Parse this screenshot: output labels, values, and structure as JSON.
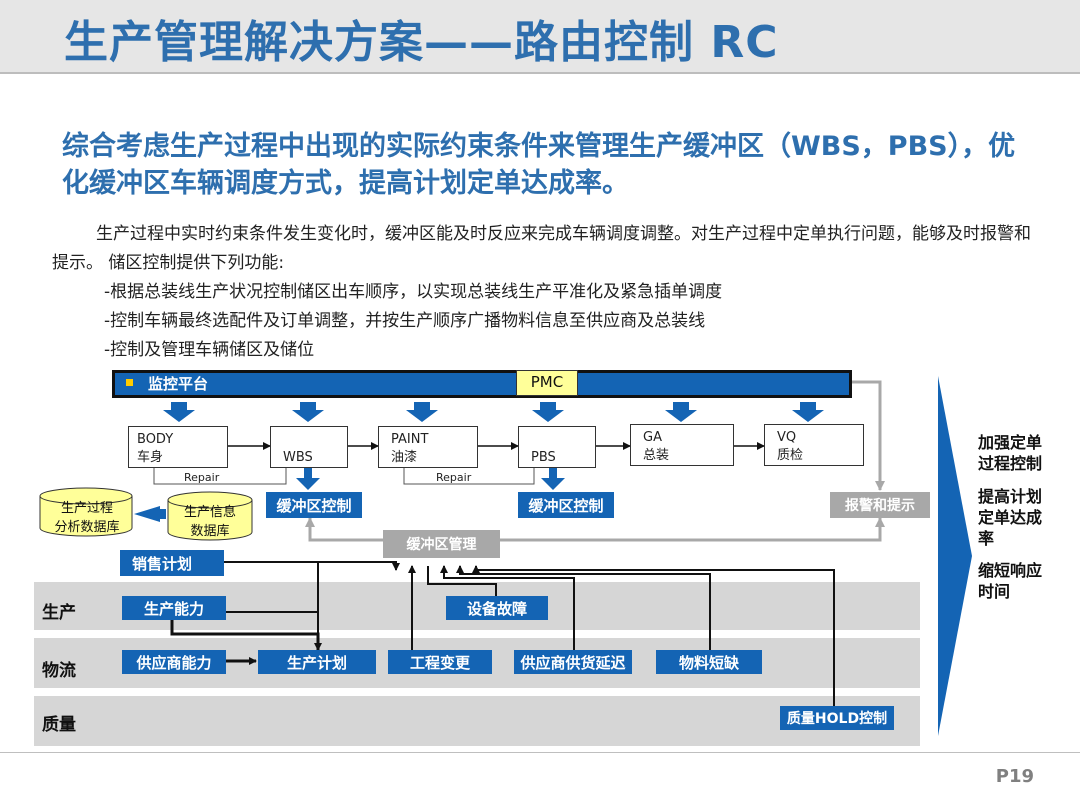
{
  "title": "生产管理解决方案——路由控制 RC",
  "subtitle": "综合考虑生产过程中出现的实际约束条件来管理生产缓冲区（WBS，PBS），优化缓冲区车辆调度方式，提高计划定单达成率。",
  "paragraph": "生产过程中实时约束条件发生变化时，缓冲区能及时反应来完成车辆调度调整。对生产过程中定单执行问题，能够及时报警和提示。 储区控制提供下列功能:",
  "bullets": [
    "-根据总装线生产状况控制储区出车顺序，以实现总装线生产平准化及紧急插单调度",
    "-控制车辆最终选配件及订单调整，并按生产顺序广播物料信息至供应商及总装线",
    "-控制及管理车辆储区及储位"
  ],
  "diagram": {
    "monitor_platform": "监控平台",
    "pmc": "PMC",
    "stages": {
      "body": {
        "en": "BODY",
        "cn": "车身"
      },
      "wbs": "WBS",
      "paint": {
        "en": "PAINT",
        "cn": "油漆"
      },
      "pbs": "PBS",
      "ga": {
        "en": "GA",
        "cn": "总装"
      },
      "vq": {
        "en": "VQ",
        "cn": "质检"
      }
    },
    "repair": "Repair",
    "buffer_control": "缓冲区控制",
    "alarm": "报警和提示",
    "buffer_mgmt": "缓冲区管理",
    "db_production": [
      "生产过程",
      "分析数据库"
    ],
    "db_info": [
      "生产信息",
      "数据库"
    ],
    "sales_plan": "销售计划",
    "bands": {
      "production": "生产",
      "logistics": "物流",
      "quality": "质量"
    },
    "capacity": "生产能力",
    "equipment_fault": "设备故障",
    "supplier_capacity": "供应商能力",
    "production_plan": "生产计划",
    "eng_change": "工程变更",
    "supplier_delay": "供应商供货延迟",
    "material_short": "物料短缺",
    "quality_hold": "质量HOLD控制",
    "benefits": [
      [
        "加强定单",
        "过程控制"
      ],
      [
        "提高计划",
        "定单达成",
        "率"
      ],
      [
        "缩短响应",
        "时间"
      ]
    ],
    "colors": {
      "accent_blue": "#1464B4",
      "title_blue": "#2E6FAE",
      "yellow": "#FFFF99",
      "band_grey": "#d6d6d6"
    }
  },
  "page_number": "P19"
}
